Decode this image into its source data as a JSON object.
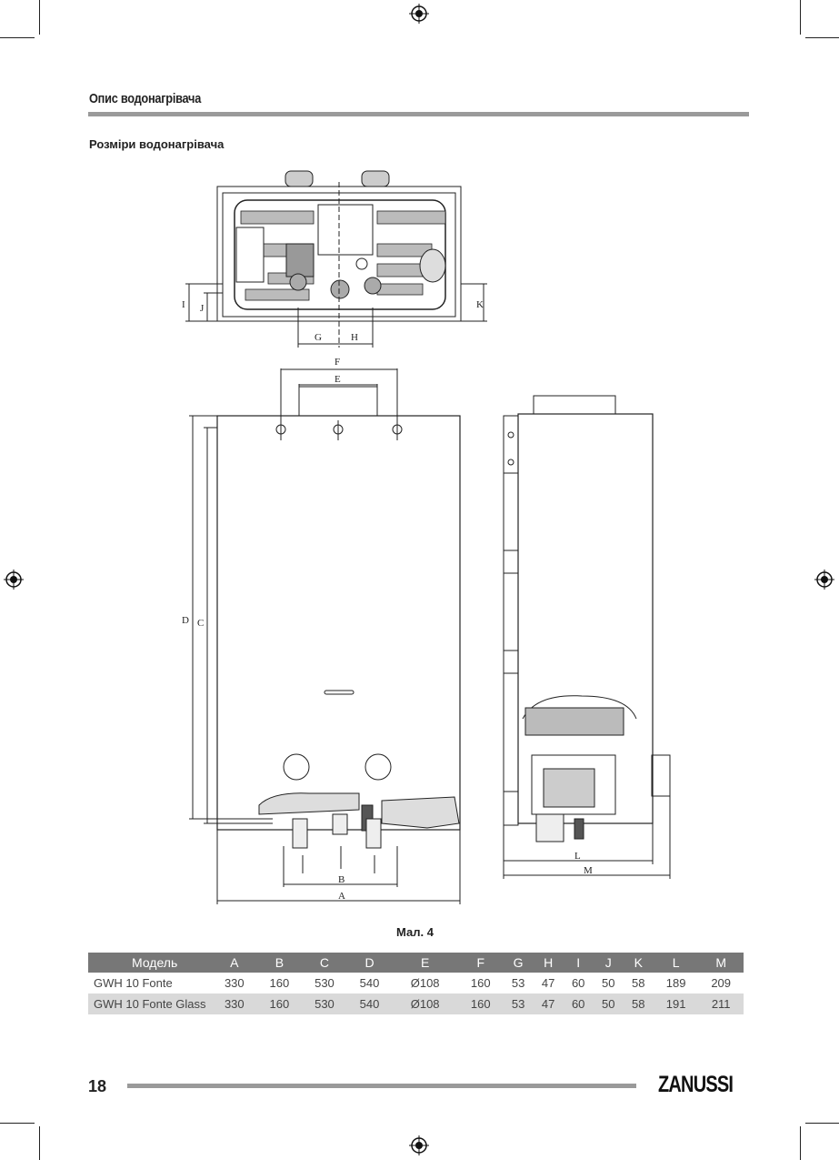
{
  "header": {
    "section_title": "Опис водонагрівача"
  },
  "subtitle": "Розміри водонагрівача",
  "figure": {
    "caption": "Мал. 4",
    "dimension_labels": {
      "A": "A",
      "B": "B",
      "C": "C",
      "D": "D",
      "E": "E",
      "F": "F",
      "G": "G",
      "H": "H",
      "I": "I",
      "J": "J",
      "K": "K",
      "L": "L",
      "M": "M"
    }
  },
  "table": {
    "headers": [
      "Модель",
      "A",
      "B",
      "C",
      "D",
      "E",
      "F",
      "G",
      "H",
      "I",
      "J",
      "K",
      "L",
      "M"
    ],
    "rows": [
      [
        "GWH 10 Fonte",
        "330",
        "160",
        "530",
        "540",
        "Ø108",
        "160",
        "53",
        "47",
        "60",
        "50",
        "58",
        "189",
        "209"
      ],
      [
        "GWH 10 Fonte Glass",
        "330",
        "160",
        "530",
        "540",
        "Ø108",
        "160",
        "53",
        "47",
        "60",
        "50",
        "58",
        "191",
        "211"
      ]
    ]
  },
  "footer": {
    "page_number": "18",
    "brand": "ZANUSSI"
  }
}
